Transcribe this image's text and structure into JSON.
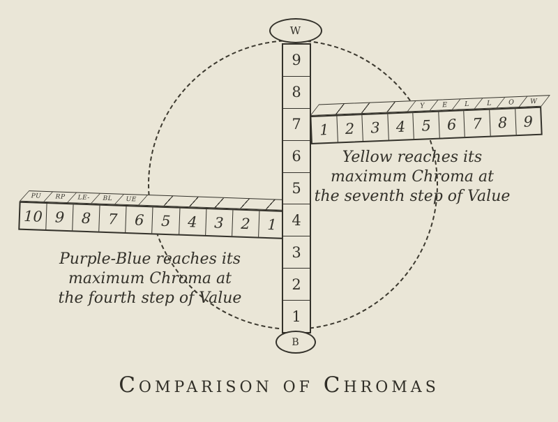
{
  "caption": {
    "text": "Comparison of Chromas"
  },
  "poles": {
    "top": "W",
    "bottom": "B"
  },
  "value_column": {
    "cells": [
      "9",
      "8",
      "7",
      "6",
      "5",
      "4",
      "3",
      "2",
      "1"
    ]
  },
  "yellow_arm": {
    "label_letters": [
      "Y",
      "E",
      "L",
      "L",
      "O",
      "W"
    ],
    "cells": [
      "1",
      "2",
      "3",
      "4",
      "5",
      "6",
      "7",
      "8",
      "9"
    ],
    "annotation": [
      "Yellow reaches its",
      "maximum Chroma at",
      "the seventh step of Value"
    ]
  },
  "purple_blue_arm": {
    "label_letters": [
      "PU",
      "RP",
      "LE-",
      "BL",
      "UE"
    ],
    "cells": [
      "10",
      "9",
      "8",
      "7",
      "6",
      "5",
      "4",
      "3",
      "2",
      "1"
    ],
    "annotation": [
      "Purple-Blue reaches its",
      "maximum Chroma at",
      "the fourth step of Value"
    ]
  },
  "colors": {
    "paper": "#eae6d7",
    "ink": "#33312a"
  }
}
